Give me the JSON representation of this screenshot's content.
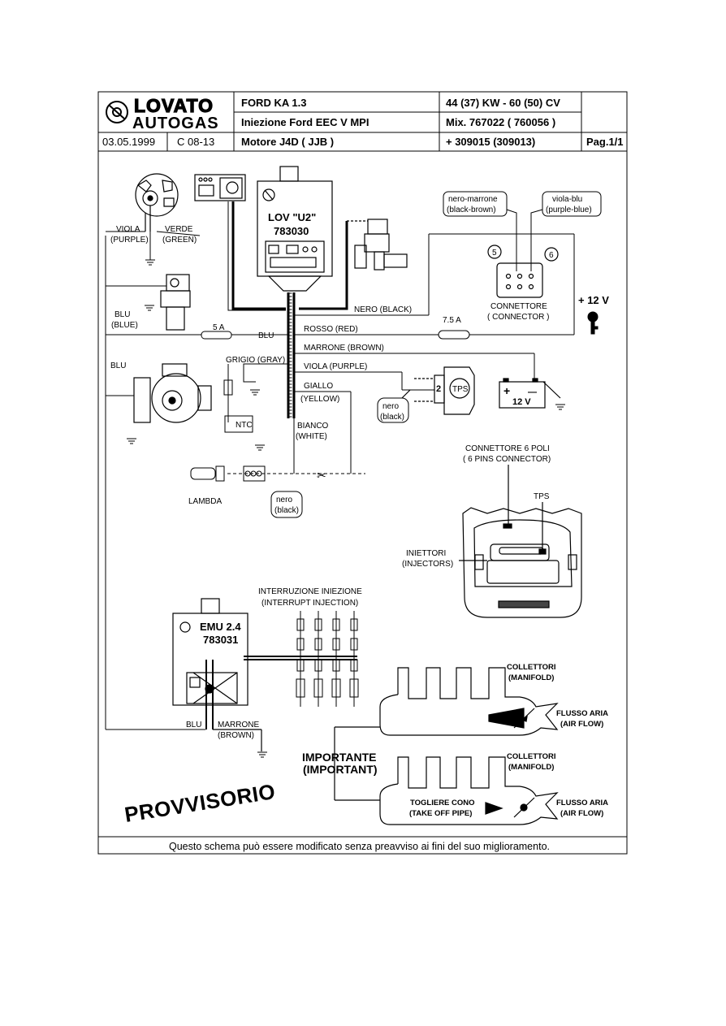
{
  "header": {
    "logo_top": "LOVATO",
    "logo_bottom": "AUTOGAS",
    "model": "FORD  KA  1.3",
    "power": "44 (37) KW - 60 (50) CV",
    "injection": "Iniezione Ford EEC V    MPI",
    "mix": "Mix. 767022 ( 760056 )",
    "date": "03.05.1999",
    "code": "C 08-13",
    "engine": "Motore  J4D ( JJB )",
    "kit": "+ 309015  (309013)",
    "page": "Pag.1/1"
  },
  "ecu": {
    "name": "LOV \"U2\"",
    "code": "783030"
  },
  "emu": {
    "name": "EMU 2.4",
    "code": "783031"
  },
  "wires": {
    "viola": "VIOLA",
    "purple": "(PURPLE)",
    "verde": "VERDE",
    "green": "(GREEN)",
    "blu_blue_1": "BLU",
    "blue_1": "(BLUE)",
    "blu_mid": "BLU",
    "blu_left": "BLU",
    "fuse_5a": "5 A",
    "fuse_75a": "7.5 A",
    "nero_black": "NERO (BLACK)",
    "rosso_red": "ROSSO (RED)",
    "marrone_brown": "MARRONE (BROWN)",
    "grigio_gray": "GRIGIO (GRAY)",
    "viola_purple": "VIOLA (PURPLE)",
    "giallo": "GIALLO",
    "yellow": "(YELLOW)",
    "bianco": "BIANCO",
    "white": "(WHITE)",
    "ntc": "NTC",
    "lambda": "LAMBDA",
    "nero_small": "nero",
    "black_small": "(black)",
    "nero_small_2": "nero",
    "black_small_2": "(black)",
    "blu_emu": "BLU",
    "marrone_emu": "MARRONE",
    "brown_emu": "(BROWN)"
  },
  "connector": {
    "nero_marrone": "nero-marrone",
    "black_brown": "(black-brown)",
    "viola_blu": "viola-blu",
    "purple_blue": "(purple-blue)",
    "pin5": "5",
    "pin6": "6",
    "connettore": "CONNETTORE",
    "connector": "( CONNECTOR )",
    "plus12v": "+ 12 V",
    "battery_plus": "+",
    "battery_minus": "—",
    "battery_label": "12 V",
    "tps": "TPS",
    "tps_pin": "2"
  },
  "ecu_connector": {
    "title1": "CONNETTORE 6 POLI",
    "title2": "( 6 PINS CONNECTOR)",
    "tps": "TPS",
    "iniettori": "INIETTORI",
    "injectors": "(INJECTORS)"
  },
  "interrupt": {
    "line1": "INTERRUZIONE INIEZIONE",
    "line2": "(INTERRUPT INJECTION)"
  },
  "manifold": {
    "collettori_1": "COLLETTORI",
    "manifold_1": "(MANIFOLD)",
    "flusso_1": "FLUSSO ARIA",
    "air_1": "(AIR FLOW)",
    "importante": "IMPORTANTE",
    "important": "(IMPORTANT)",
    "collettori_2": "COLLETTORI",
    "manifold_2": "(MANIFOLD)",
    "flusso_2": "FLUSSO ARIA",
    "air_2": "(AIR FLOW)",
    "togliere": "TOGLIERE CONO",
    "take_off": "(TAKE OFF PIPE)"
  },
  "stamp": "PROVVISORIO",
  "footer": "Questo schema può essere modificato senza preavviso ai fini del suo miglioramento."
}
